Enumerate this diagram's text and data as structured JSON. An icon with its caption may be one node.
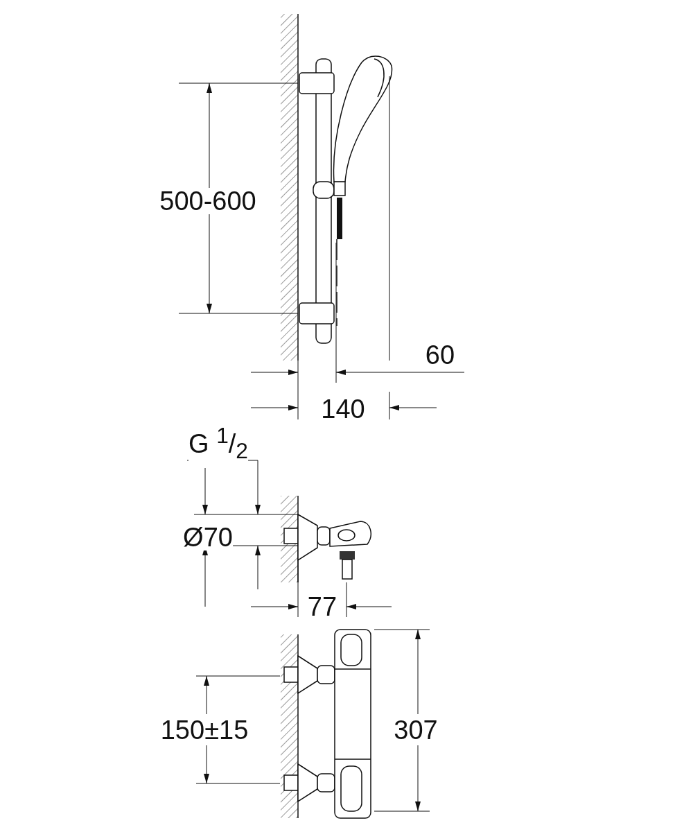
{
  "diagram": {
    "labels": [
      "500-600",
      "60",
      "140",
      "G $^{1}$/$_{2}$",
      "Ø70",
      "77",
      "150±15",
      "307"
    ]
  }
}
